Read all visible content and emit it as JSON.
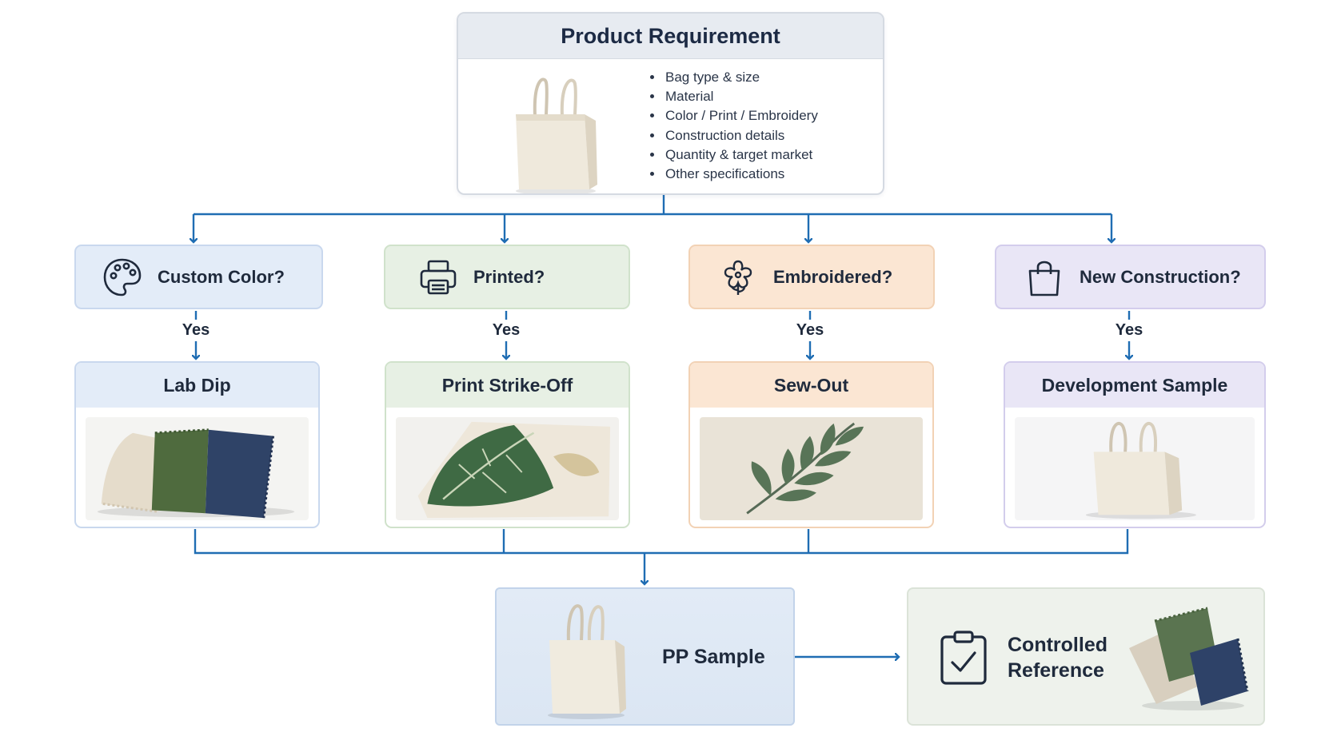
{
  "requirement": {
    "title": "Product Requirement",
    "items": [
      "Bag type & size",
      "Material",
      "Color / Print / Embroidery",
      "Construction details",
      "Quantity & target market",
      "Other specifications"
    ]
  },
  "decisions": [
    {
      "label": "Custom Color?",
      "icon": "palette-icon",
      "yes": "Yes"
    },
    {
      "label": "Printed?",
      "icon": "printer-icon",
      "yes": "Yes"
    },
    {
      "label": "Embroidered?",
      "icon": "flower-icon",
      "yes": "Yes"
    },
    {
      "label": "New Construction?",
      "icon": "shopping-bag-icon",
      "yes": "Yes"
    }
  ],
  "results": [
    {
      "title": "Lab Dip"
    },
    {
      "title": "Print Strike-Off"
    },
    {
      "title": "Sew-Out"
    },
    {
      "title": "Development Sample"
    }
  ],
  "pp_sample": {
    "label": "PP Sample"
  },
  "controlled_reference": {
    "line1": "Controlled",
    "line2": "Reference",
    "icon": "clipboard-check-icon"
  },
  "colors": {
    "connector": "#1f6db3",
    "blue": "#e3ecf8",
    "green": "#e7f0e4",
    "orange": "#fbe6d3",
    "purple": "#e9e6f6"
  }
}
